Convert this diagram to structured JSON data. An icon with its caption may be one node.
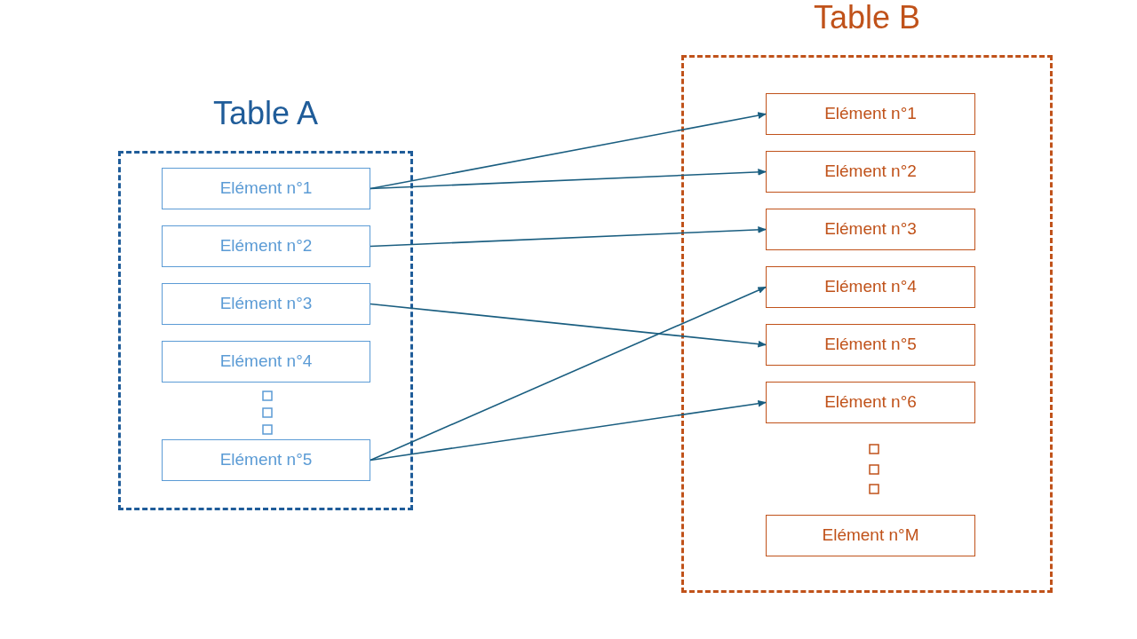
{
  "diagram": {
    "nodes": [
      {
        "text": [
          "Table A"
        ]
      },
      {
        "text": [
          "Elément n°1"
        ],
        "in": 0
      },
      {
        "text": [
          "Elément n°2"
        ],
        "in": 0
      },
      {
        "text": [
          "Elément n°3"
        ],
        "in": 0
      },
      {
        "text": [
          "Elément n°4"
        ],
        "in": 0
      },
      {
        "text": [
          "Elément n°5"
        ],
        "in": 0
      },
      {
        "text": [
          "Table B"
        ]
      },
      {
        "text": [
          "Elément n°1"
        ],
        "in": 6
      },
      {
        "text": [
          "Elément n°2"
        ],
        "in": 6
      },
      {
        "text": [
          "Elément n°3"
        ],
        "in": 6
      },
      {
        "text": [
          "Elément n°4"
        ],
        "in": 6
      },
      {
        "text": [
          "Elément n°5"
        ],
        "in": 6
      },
      {
        "text": [
          "Elément n°6"
        ],
        "in": 6
      },
      {
        "text": [
          "Elément n°M"
        ],
        "in": 6
      }
    ],
    "edges": [
      {
        "from": 1,
        "to": 7,
        "arrow": "to"
      },
      {
        "from": 1,
        "to": 8,
        "arrow": "to"
      },
      {
        "from": 2,
        "to": 9,
        "arrow": "to"
      },
      {
        "from": 3,
        "to": 11,
        "arrow": "to"
      },
      {
        "from": 5,
        "to": 10,
        "arrow": "to"
      },
      {
        "from": 5,
        "to": 12,
        "arrow": "to"
      }
    ]
  }
}
